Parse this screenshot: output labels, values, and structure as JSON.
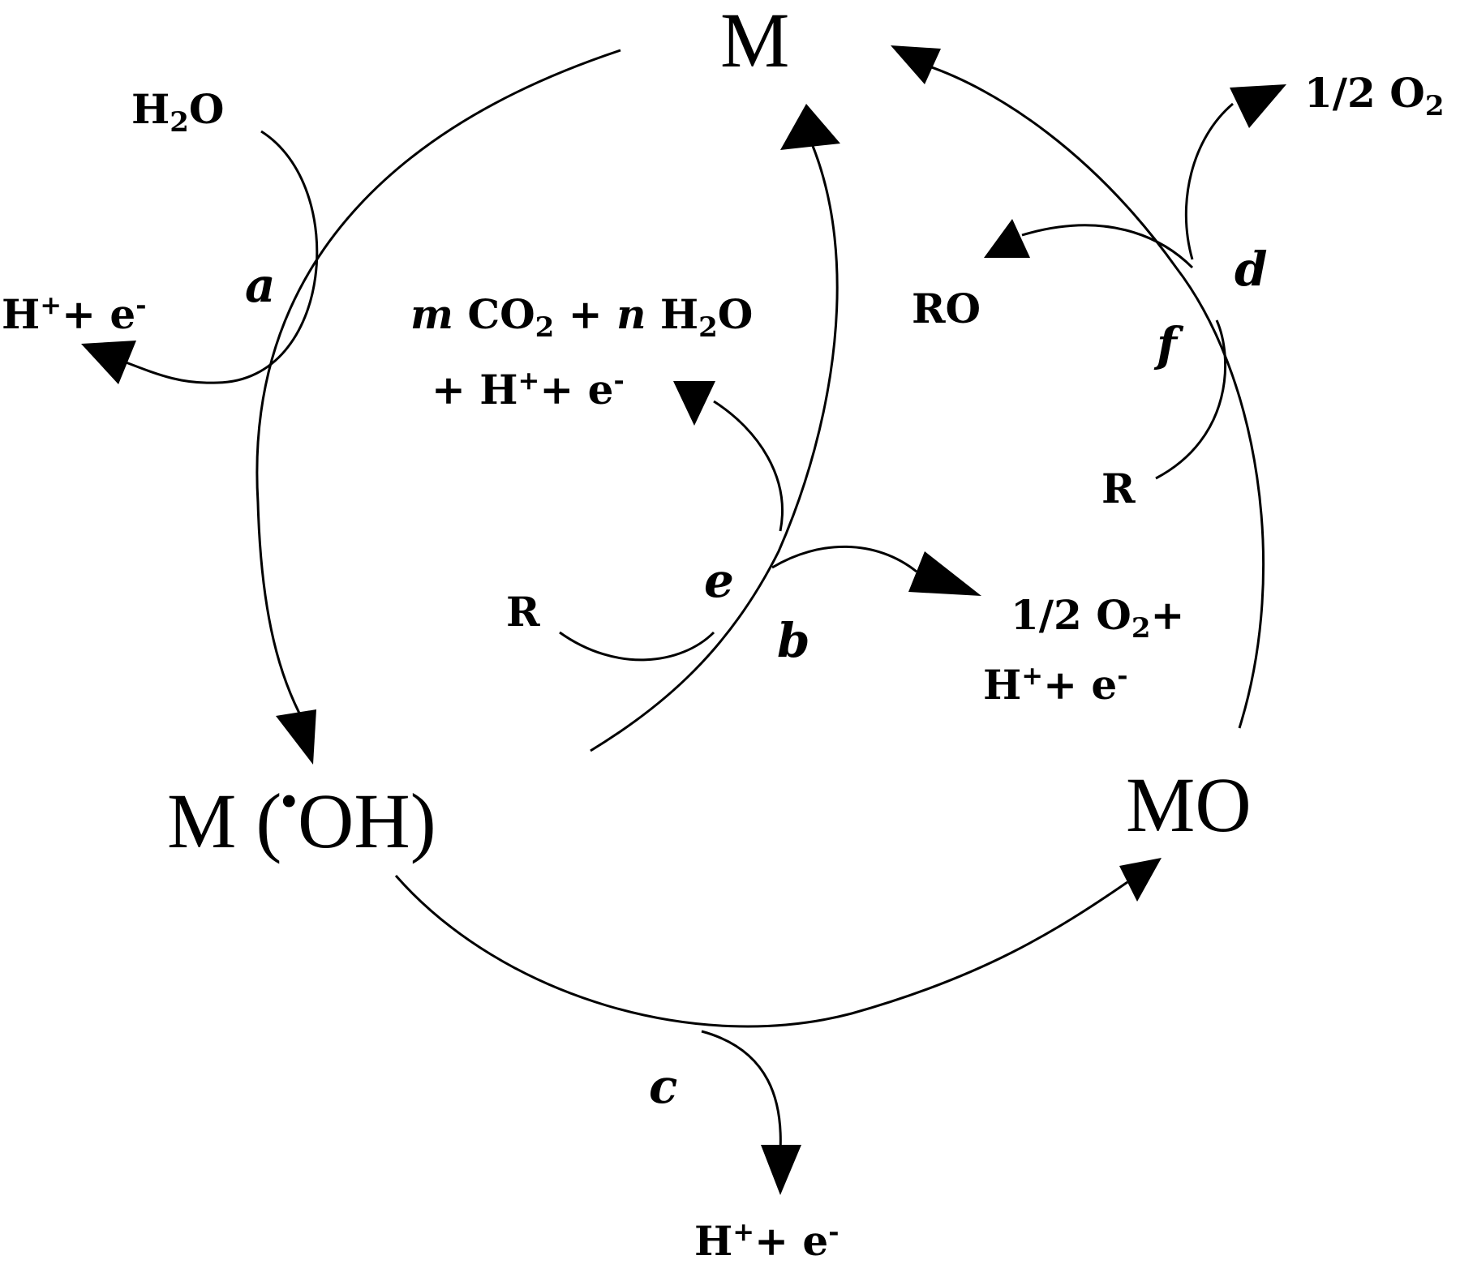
{
  "species": {
    "M": "M",
    "M_OH_open": "M (",
    "M_OH_dot": "•",
    "M_OH_rest": "OH)",
    "MO": "MO"
  },
  "step_labels": {
    "a": "a",
    "b": "b",
    "c": "c",
    "d": "d",
    "e": "e",
    "f": "f"
  },
  "reactants": {
    "h2o_a": {
      "H": "H",
      "sub": "2",
      "O": "O"
    },
    "r_e": "R",
    "r_f": "R"
  },
  "products": {
    "a": {
      "H": "H",
      "plus_sup": "+",
      "rest": "+ e",
      "minus_sup": "-"
    },
    "c": {
      "H": "H",
      "plus_sup": "+",
      "rest": "+ e",
      "minus_sup": "-"
    },
    "e_line1": {
      "m": "m",
      "co": " CO",
      "sub1": "2",
      "plus": " + ",
      "n": "n",
      "h": " H",
      "sub2": "2",
      "o": "O"
    },
    "e_line2": {
      "pre": "+ H",
      "plus_sup": "+",
      "rest": "+ e",
      "minus_sup": "-"
    },
    "b_line1": {
      "frac": "1/2 O",
      "sub": "2",
      "plus": "+"
    },
    "b_line2": {
      "H": "H",
      "plus_sup": "+",
      "rest": "+ e",
      "minus_sup": "-"
    },
    "d": {
      "frac": "1/2 O",
      "sub": "2"
    },
    "f": "RO"
  },
  "colors": {
    "ink": "#000000",
    "background": "#ffffff"
  }
}
